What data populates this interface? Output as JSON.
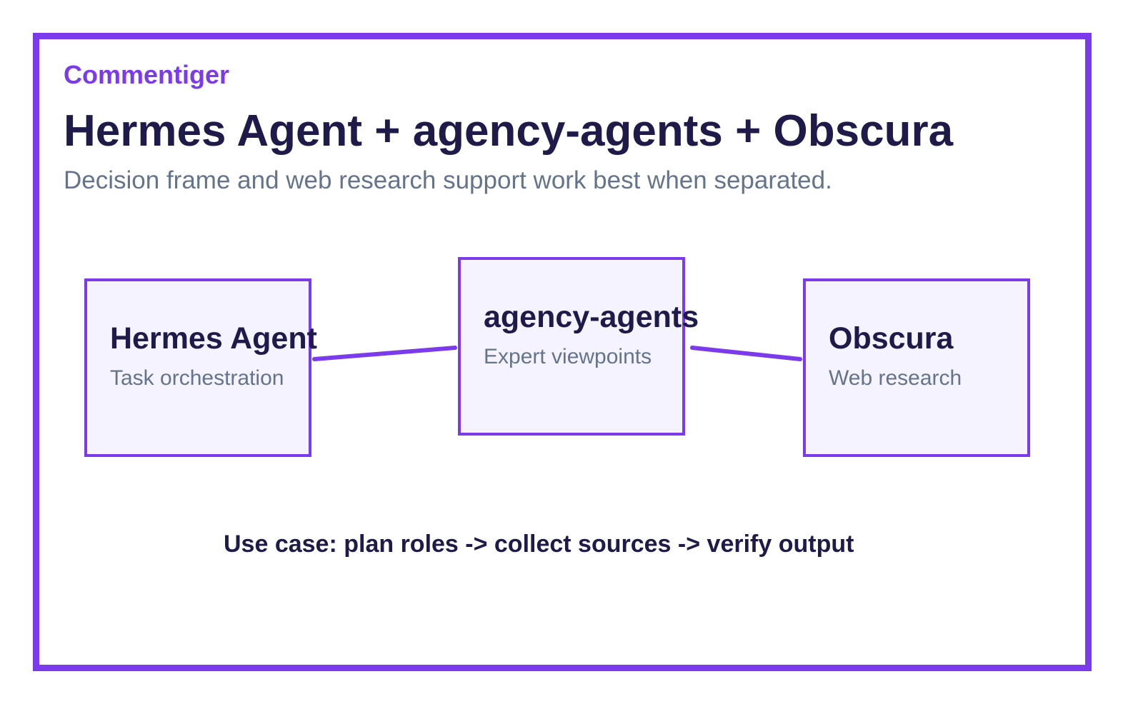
{
  "brand": "Commentiger",
  "title": "Hermes Agent + agency-agents + Obscura",
  "subtitle": "Decision frame and web research support work best when separated.",
  "nodes": [
    {
      "title": "Hermes Agent",
      "subtitle": "Task orchestration"
    },
    {
      "title": "agency-agents",
      "subtitle": "Expert viewpoints"
    },
    {
      "title": "Obscura",
      "subtitle": "Web research"
    }
  ],
  "use_case": "Use case: plan roles -> collect sources -> verify output",
  "colors": {
    "accent": "#7c3aed",
    "node_fill": "#f5f3ff",
    "heading": "#1e1b4b",
    "muted": "#64748b"
  }
}
